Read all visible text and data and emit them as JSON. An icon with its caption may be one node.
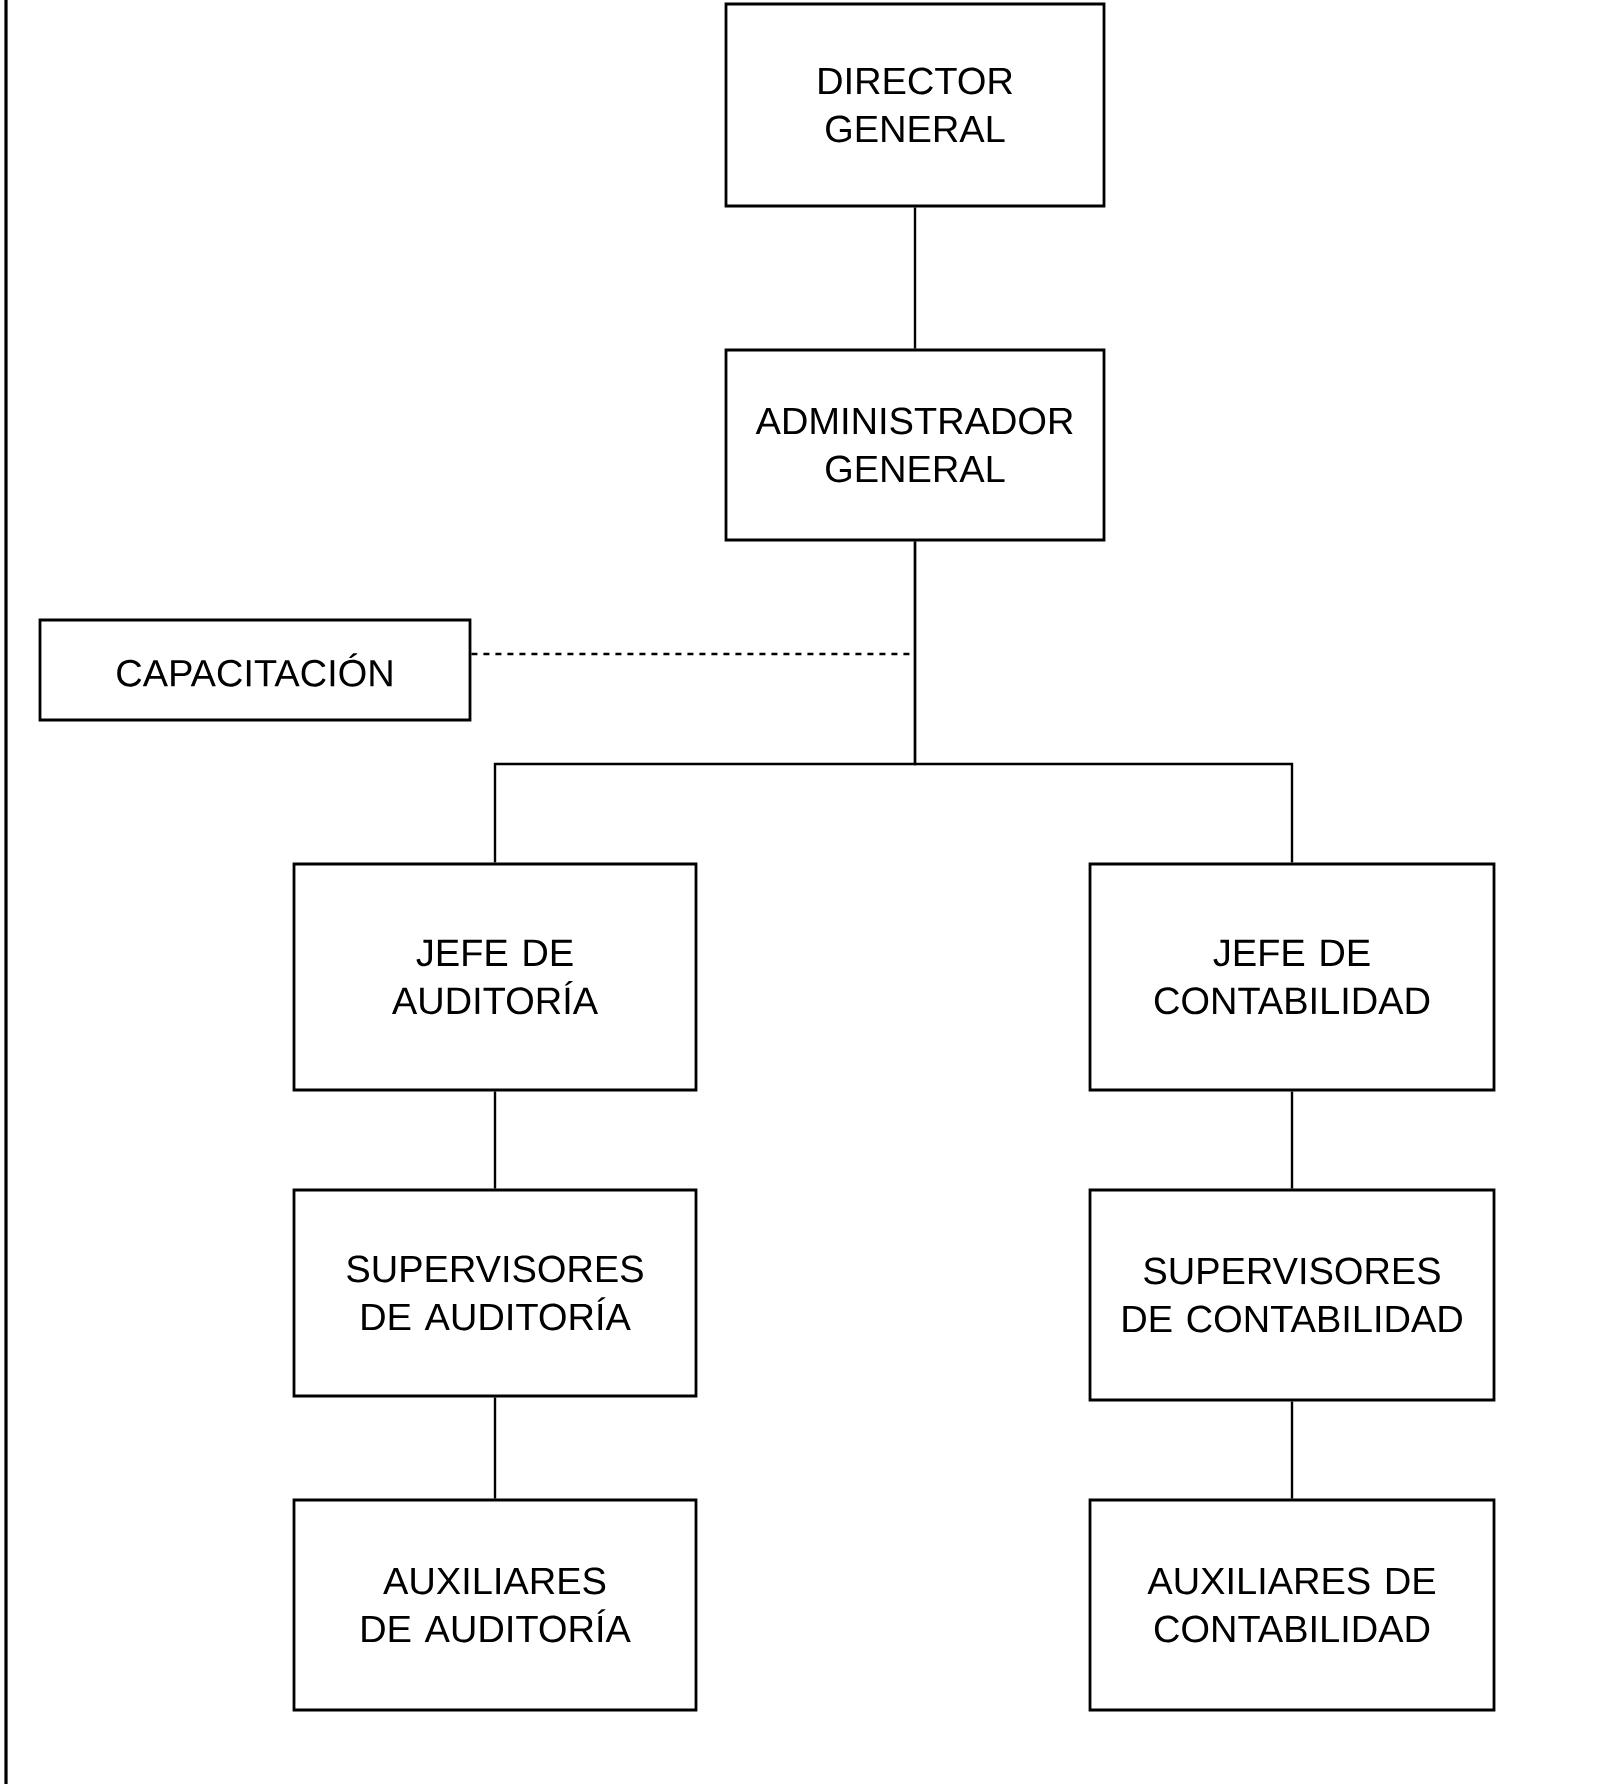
{
  "diagram": {
    "nodes": [
      {
        "text": [
          "DIRECTOR GENERAL"
        ]
      },
      {
        "text": [
          "ADMINISTRADOR GENERAL"
        ]
      },
      {
        "text": [
          "CAPACITACIÓN"
        ]
      },
      {
        "text": [
          "JEFE DE AUDITORÍA"
        ]
      },
      {
        "text": [
          "JEFE DE CONTABILIDAD"
        ]
      },
      {
        "text": [
          "SUPERVISORES DE AUDITORÍA"
        ]
      },
      {
        "text": [
          "SUPERVISORES DE CONTABILIDAD"
        ]
      },
      {
        "text": [
          "AUXILIARES DE AUDITORÍA"
        ]
      },
      {
        "text": [
          "AUXILIARES DE CONTABILIDAD"
        ]
      }
    ],
    "edges": [
      {
        "from": 0,
        "to": 1,
        "arrow": "none"
      },
      {
        "from": 1,
        "to": 3,
        "arrow": "none"
      },
      {
        "from": 1,
        "to": 4,
        "arrow": "none"
      },
      {
        "from": 2,
        "to": 1,
        "arrow": "none",
        "style": "dashed"
      },
      {
        "from": 3,
        "to": 5,
        "arrow": "none"
      },
      {
        "from": 5,
        "to": 7,
        "arrow": "none"
      },
      {
        "from": 4,
        "to": 6,
        "arrow": "none"
      },
      {
        "from": 6,
        "to": 8,
        "arrow": "none"
      }
    ]
  }
}
